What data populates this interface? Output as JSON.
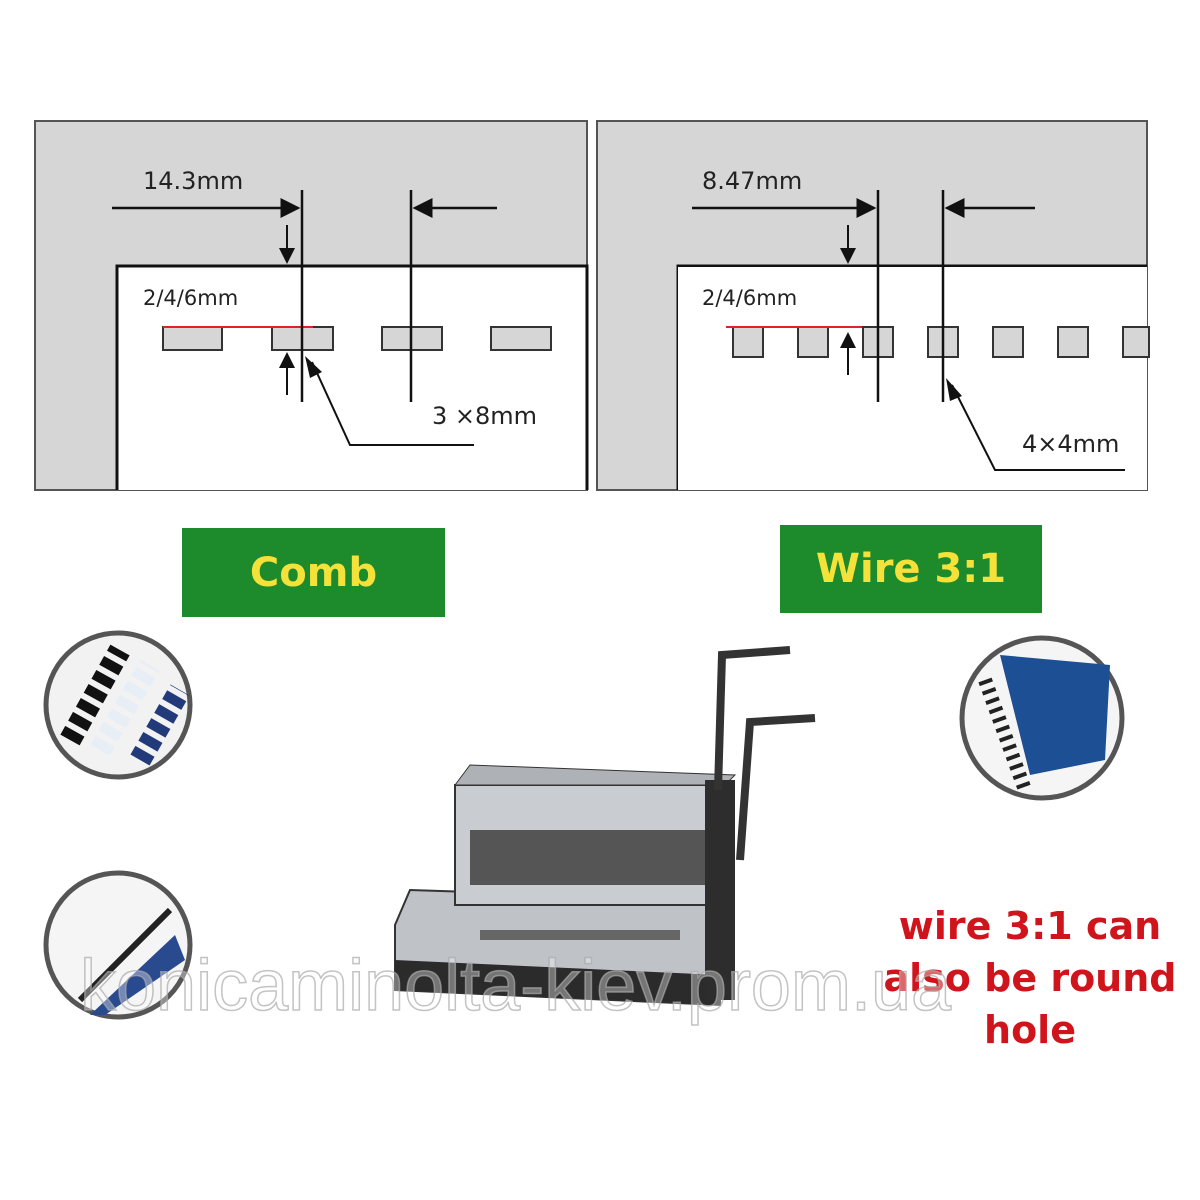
{
  "comb_panel": {
    "pitch": "14.3mm",
    "margin": "2/4/6mm",
    "hole_size": "3 ×8mm"
  },
  "wire_panel": {
    "pitch": "8.47mm",
    "margin": "2/4/6mm",
    "hole_size": "4×4mm"
  },
  "badges": {
    "comb": "Comb",
    "wire": "Wire 3:1"
  },
  "note": [
    "wire 3:1 can",
    "also be round",
    "hole"
  ],
  "watermark": "konicaminolta-kiev.prom.ua",
  "colors": {
    "badge_bg": "#1d8a2c",
    "badge_text": "#f4e23a",
    "note": "#d0141b",
    "margin_line": "#e0202a"
  }
}
